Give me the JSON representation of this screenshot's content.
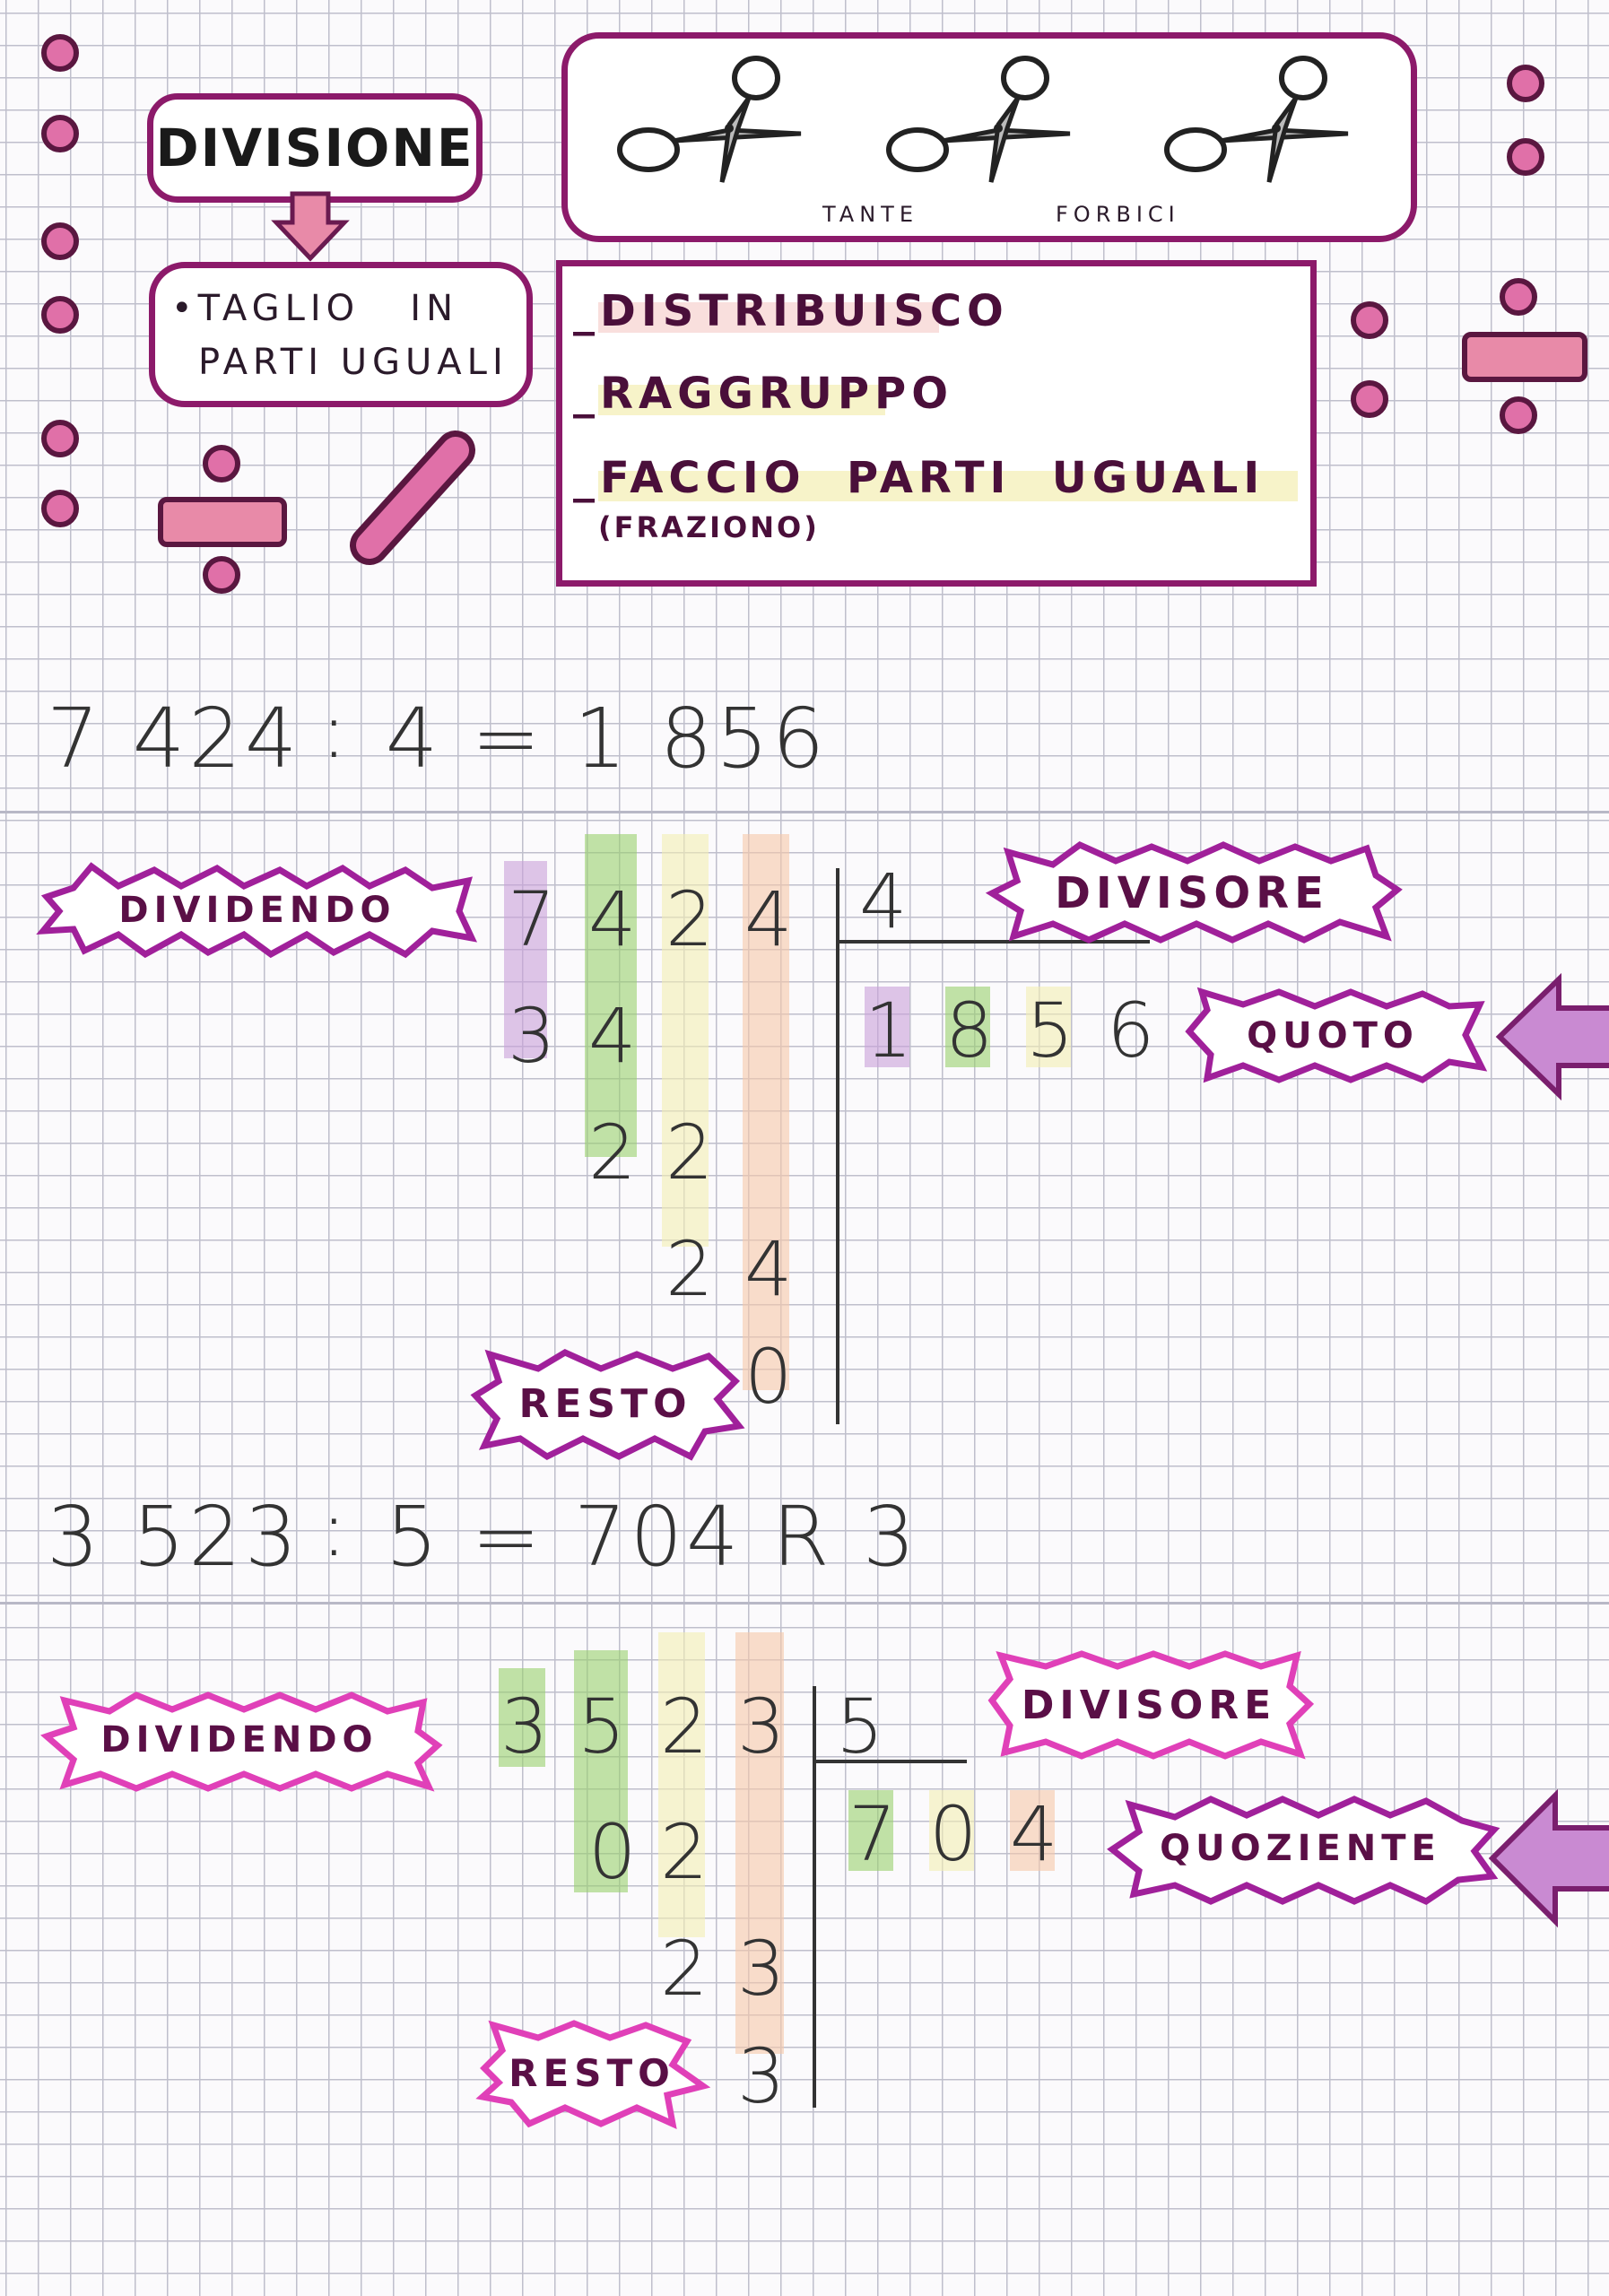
{
  "header": {
    "title": "DIVISIONE",
    "definition_line1": "•TAGLIO   IN",
    "definition_line2": "PARTI UGUALI",
    "scissors_caption_1": "TANTE",
    "scissors_caption_2": "FORBICI"
  },
  "meanings": [
    "_DISTRIBUISCO",
    "_RAGGRUPPO",
    "_FACCIO  PARTI  UGUALI",
    "(FRAZIONO)"
  ],
  "example1": {
    "expression": "7 424 ∶ 4 = 1 856",
    "dividend_digits": [
      "7",
      "4",
      "2",
      "4"
    ],
    "divisor": "4",
    "quotient_digits": [
      "1",
      "8",
      "5",
      "6"
    ],
    "steps": [
      [
        "3",
        "4"
      ],
      [
        "2",
        "2"
      ],
      [
        "2",
        "4"
      ]
    ],
    "remainder": "0",
    "label_dividend": "DIVIDENDO",
    "label_divisor": "DIVISORE",
    "label_quotient": "QUOTO",
    "label_remainder": "RESTO"
  },
  "example2": {
    "expression": "3 523 ∶ 5 = 704 R 3",
    "dividend_digits": [
      "3",
      "5",
      "2",
      "3"
    ],
    "divisor": "5",
    "quotient_digits": [
      "7",
      "0",
      "4"
    ],
    "steps": [
      [
        "0",
        "2"
      ],
      [
        "2",
        "3"
      ]
    ],
    "remainder": "3",
    "label_dividend": "DIVIDENDO",
    "label_divisor": "DIVISORE",
    "label_quotient": "QUOZIENTE",
    "label_remainder": "RESTO"
  },
  "colors": {
    "frame": "#8c1a6a",
    "dot_fill": "#e070a8",
    "highlight_purple": "#c9a0d8",
    "highlight_green": "#9ad06c",
    "highlight_yellow": "#f3eeb2",
    "highlight_orange": "#f6c8a8"
  },
  "icons": [
    "scissors-icon",
    "division-sign-icon",
    "slash-icon",
    "left-arrow-icon"
  ]
}
